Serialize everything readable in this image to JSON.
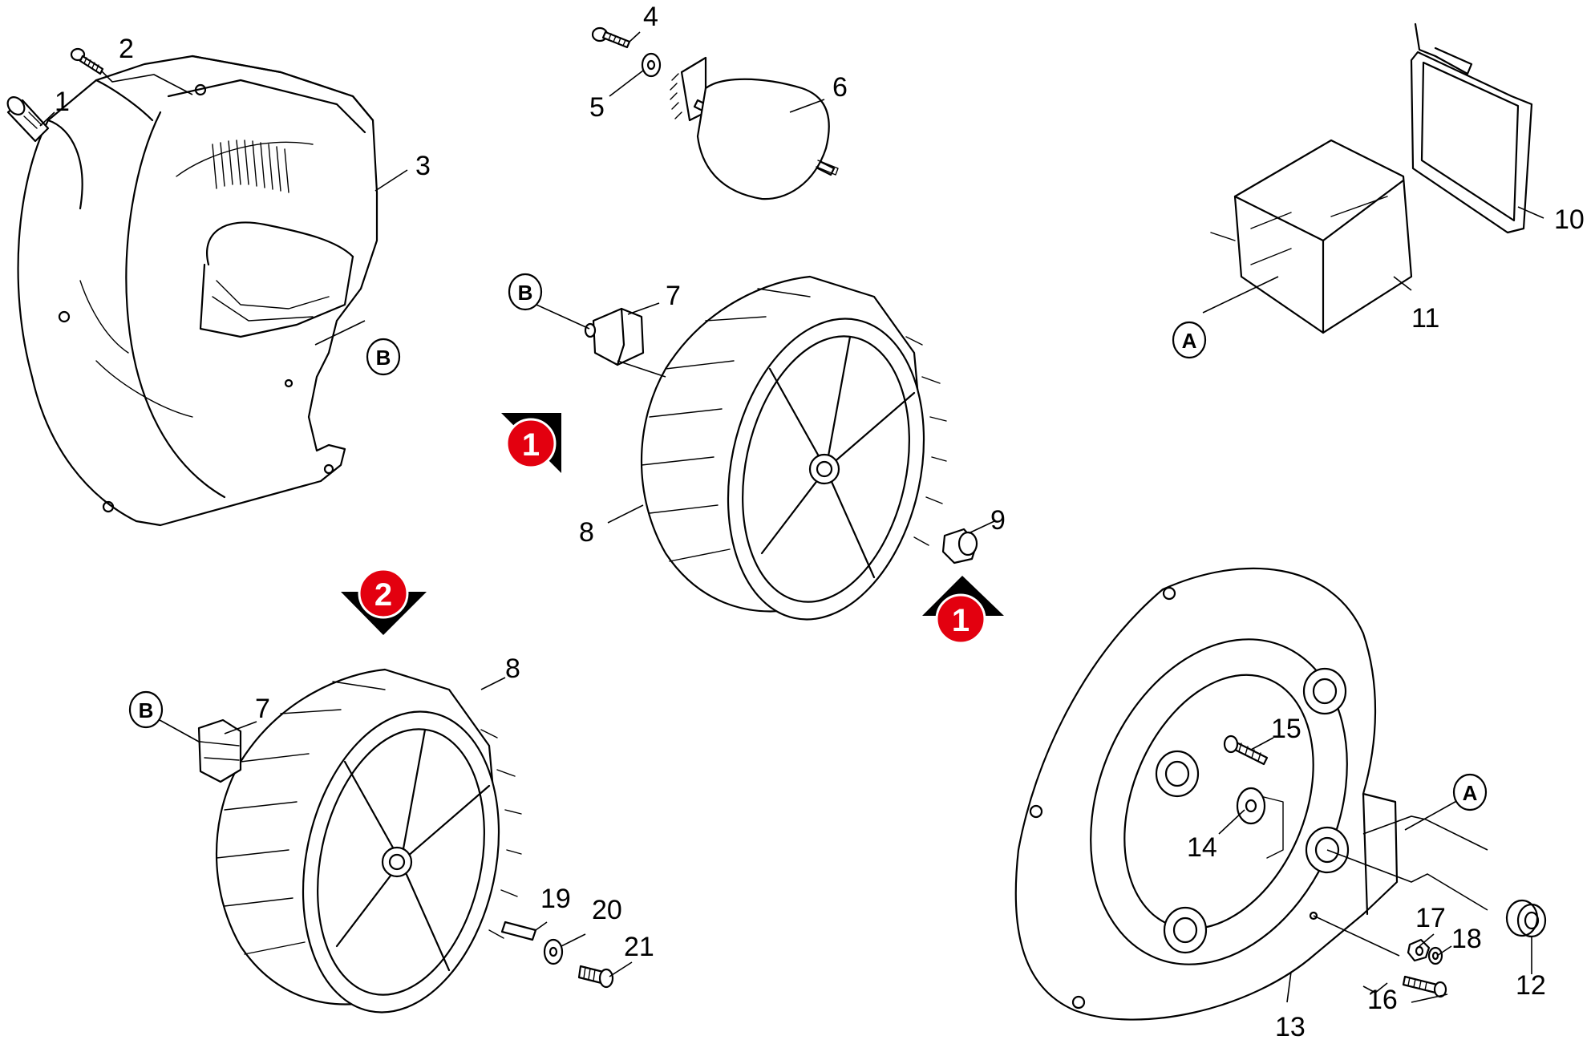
{
  "labels": [
    "1",
    "2",
    "3",
    "4",
    "5",
    "6",
    "7",
    "8",
    "9",
    "10",
    "11",
    "12",
    "13",
    "14",
    "15",
    "16",
    "17",
    "18",
    "19",
    "20",
    "21"
  ],
  "ref_letters": {
    "a": "A",
    "b": "B"
  },
  "badges": {
    "one": "1",
    "two": "2"
  },
  "colors": {
    "badge": "#e3000f",
    "line": "#000000",
    "background": "#ffffff"
  }
}
